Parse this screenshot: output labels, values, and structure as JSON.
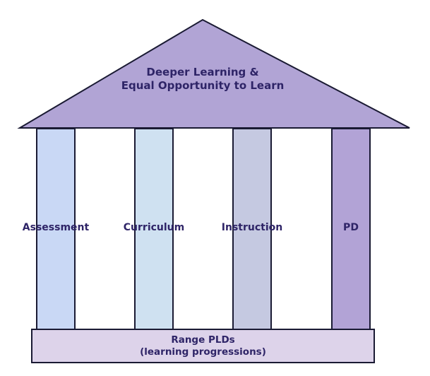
{
  "diagram": {
    "roof": {
      "line1": "Deeper Learning &",
      "line2": "Equal Opportunity to Learn",
      "fill": "#b1a4d5"
    },
    "pillars": [
      {
        "label": "Assessment",
        "fill": "#c9d8f5"
      },
      {
        "label": "Curriculum",
        "fill": "#cfe1f1"
      },
      {
        "label": "Instruction",
        "fill": "#c5c9e1"
      },
      {
        "label": "PD",
        "fill": "#b2a3d6"
      }
    ],
    "base": {
      "line1": "Range PLDs",
      "line2": "(learning progressions)",
      "fill": "#ddd3ea"
    },
    "colors": {
      "outline": "#1a1a33",
      "text": "#2e2467",
      "background": "#ffffff"
    }
  }
}
